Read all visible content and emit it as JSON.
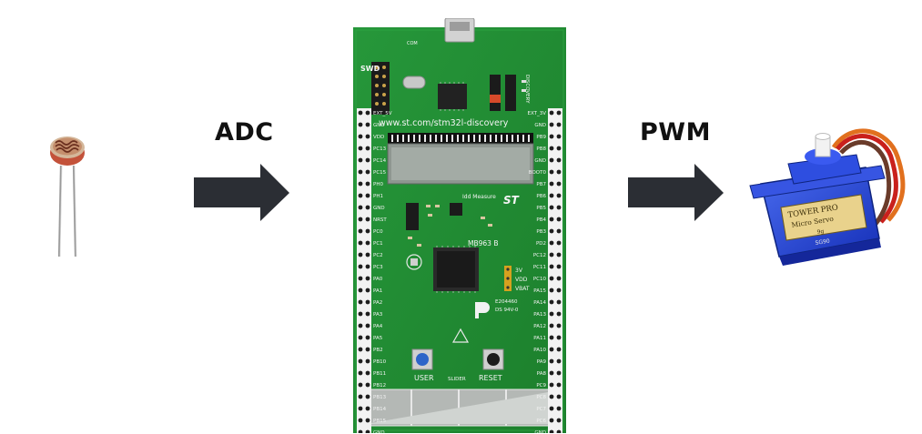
{
  "labels": {
    "adc": "ADC",
    "pwm": "PWM"
  },
  "board": {
    "url": "www.st.com/stm32l-discovery",
    "model": "MB963 B",
    "swd": "SWD",
    "com": "COM",
    "discovery": "DISCOVERY",
    "idd": "Idd Measure",
    "user_button": "USER",
    "reset_button": "RESET",
    "slider": "SLIDER",
    "jumper": [
      "3V",
      "VDD",
      "VBAT"
    ],
    "code": "E204460",
    "code2": "DS 94V-0",
    "st_logo": "ST",
    "left_pins": [
      "EXT_5V",
      "GND",
      "VDD",
      "PC13",
      "PC14",
      "PC15",
      "PH0",
      "PH1",
      "GND",
      "NRST",
      "PC0",
      "PC1",
      "PC2",
      "PC3",
      "PA0",
      "PA1",
      "PA2",
      "PA3",
      "PA4",
      "PA5",
      "PB2",
      "PB10",
      "PB11",
      "PB12",
      "PB13",
      "PB14",
      "PB15",
      "GND"
    ],
    "right_pins": [
      "EXT_3V",
      "GND",
      "PB9",
      "PB8",
      "GND",
      "BOOT0",
      "PB7",
      "PB6",
      "PB5",
      "PB4",
      "PB3",
      "PD2",
      "PC12",
      "PC11",
      "PC10",
      "PA15",
      "PA14",
      "PA13",
      "PA12",
      "PA11",
      "PA10",
      "PA9",
      "PA8",
      "PC9",
      "PC8",
      "PC7",
      "PC6",
      "GND"
    ]
  },
  "servo": {
    "brand": "TOWER PRO",
    "line2": "Micro Servo",
    "line3": "9g",
    "model": "SG90"
  },
  "colors": {
    "arrow": "#2b2e34",
    "pcb": "#1f8a2e",
    "servo_body": "#1f3fd6"
  }
}
